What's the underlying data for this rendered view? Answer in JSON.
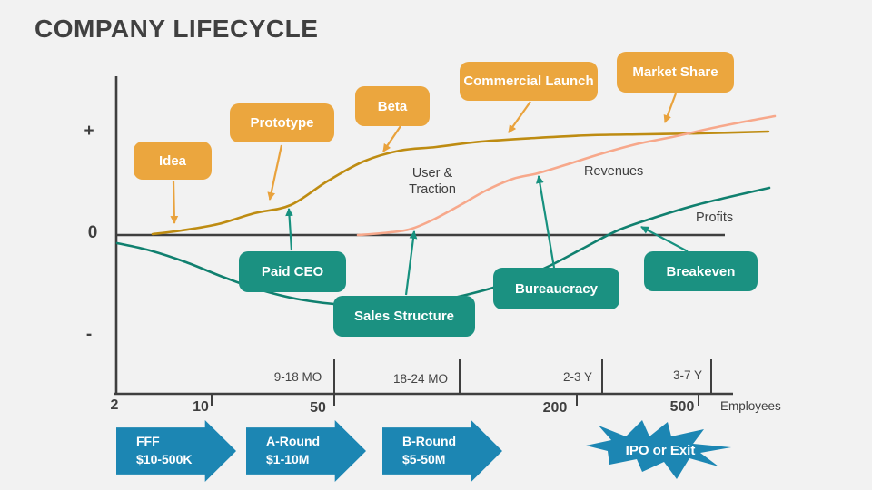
{
  "slide": {
    "title": "COMPANY LIFECYCLE"
  },
  "colors": {
    "background": "#F2F2F2",
    "title_text": "#404040",
    "axis": "#3F3F3F",
    "stage_box_orange": "#EBA63E",
    "org_box_teal": "#1B9181",
    "funding_blue": "#1C86B3",
    "user_traction_curve": "#BE8C12",
    "revenues_curve": "#F7A88B",
    "profits_curve": "#10806F"
  },
  "axes": {
    "plus": "+",
    "zero": "0",
    "minus": "-",
    "employees_label": "Employees",
    "employee_counts": [
      "2",
      "10",
      "50",
      "200",
      "500"
    ],
    "time_ranges": [
      "9-18 MO",
      "18-24 MO",
      "2-3 Y",
      "3-7 Y"
    ]
  },
  "stage_callouts": [
    {
      "label": "Idea"
    },
    {
      "label": "Prototype"
    },
    {
      "label": "Beta"
    },
    {
      "label": "Commercial Launch"
    },
    {
      "label": "Market Share"
    }
  ],
  "org_callouts": [
    {
      "label": "Paid CEO"
    },
    {
      "label": "Sales Structure"
    },
    {
      "label": "Bureaucracy"
    },
    {
      "label": "Breakeven"
    }
  ],
  "curve_labels": {
    "user_traction": [
      "User &",
      "Traction"
    ],
    "revenues": "Revenues",
    "profits": "Profits"
  },
  "funding_rounds": [
    {
      "name": "FFF",
      "amount": "$10-500K"
    },
    {
      "name": "A-Round",
      "amount": "$1-10M"
    },
    {
      "name": "B-Round",
      "amount": "$5-50M"
    }
  ],
  "exit": {
    "label": "IPO or Exit"
  },
  "chart_data": {
    "type": "line",
    "note": "Conceptual lifecycle curves on +/0/- axis vs employees (2-500) and time (9-18 MO to 3-7 Y)",
    "curves": [
      {
        "id": "user-traction",
        "label": "User & Traction",
        "color": "#BE8C12",
        "points": [
          [
            168,
            258
          ],
          [
            200,
            254
          ],
          [
            240,
            247
          ],
          [
            280,
            235
          ],
          [
            320,
            226
          ],
          [
            360,
            200
          ],
          [
            400,
            178
          ],
          [
            440,
            166
          ],
          [
            480,
            162
          ],
          [
            530,
            156
          ],
          [
            590,
            152
          ],
          [
            650,
            149
          ],
          [
            710,
            148
          ],
          [
            770,
            147
          ],
          [
            846,
            145
          ]
        ]
      },
      {
        "id": "revenues",
        "label": "Revenues",
        "color": "#F7A88B",
        "points": [
          [
            394,
            259
          ],
          [
            420,
            257
          ],
          [
            450,
            253
          ],
          [
            475,
            243
          ],
          [
            505,
            227
          ],
          [
            535,
            210
          ],
          [
            565,
            197
          ],
          [
            592,
            191
          ],
          [
            625,
            181
          ],
          [
            660,
            170
          ],
          [
            700,
            159
          ],
          [
            740,
            151
          ],
          [
            780,
            142
          ],
          [
            820,
            134
          ],
          [
            853,
            128
          ]
        ]
      },
      {
        "id": "profits",
        "label": "Profits",
        "color": "#10806F",
        "points": [
          [
            129,
            268
          ],
          [
            165,
            276
          ],
          [
            205,
            289
          ],
          [
            245,
            305
          ],
          [
            285,
            319
          ],
          [
            330,
            330
          ],
          [
            380,
            336
          ],
          [
            430,
            337
          ],
          [
            480,
            332
          ],
          [
            525,
            322
          ],
          [
            565,
            310
          ],
          [
            605,
            293
          ],
          [
            645,
            272
          ],
          [
            680,
            254
          ],
          [
            720,
            240
          ],
          [
            770,
            225
          ],
          [
            847,
            207
          ]
        ]
      }
    ],
    "connectors": [
      {
        "id": "idea-arrow",
        "from": [
          191,
          200
        ],
        "to": [
          192,
          246
        ],
        "color": "#E9A23C",
        "marker": "orange"
      },
      {
        "id": "prototype-arrow",
        "from": [
          310,
          160
        ],
        "to": [
          297,
          220
        ],
        "color": "#E9A23C",
        "marker": "orange"
      },
      {
        "id": "beta-arrow",
        "from": [
          441,
          139
        ],
        "to": [
          422,
          167
        ],
        "color": "#E9A23C",
        "marker": "orange"
      },
      {
        "id": "commercial-arrow",
        "from": [
          584,
          112
        ],
        "to": [
          560,
          146
        ],
        "color": "#E9A23C",
        "marker": "orange"
      },
      {
        "id": "marketshare-arrow",
        "from": [
          744,
          103
        ],
        "to": [
          732,
          135
        ],
        "color": "#E9A23C",
        "marker": "orange"
      },
      {
        "id": "paidceo-arrow",
        "from": [
          321,
          276
        ],
        "to": [
          318,
          230
        ],
        "color": "#17917F",
        "marker": "teal"
      },
      {
        "id": "sales-arrow",
        "from": [
          447,
          325
        ],
        "to": [
          456,
          255
        ],
        "color": "#17917F",
        "marker": "teal"
      },
      {
        "id": "bureaucracy-arrow",
        "from": [
          610,
          295
        ],
        "to": [
          593,
          194
        ],
        "color": "#17917F",
        "marker": "teal"
      },
      {
        "id": "breakeven-arrow",
        "from": [
          757,
          277
        ],
        "to": [
          706,
          250
        ],
        "color": "#17917F",
        "marker": "teal"
      }
    ]
  }
}
